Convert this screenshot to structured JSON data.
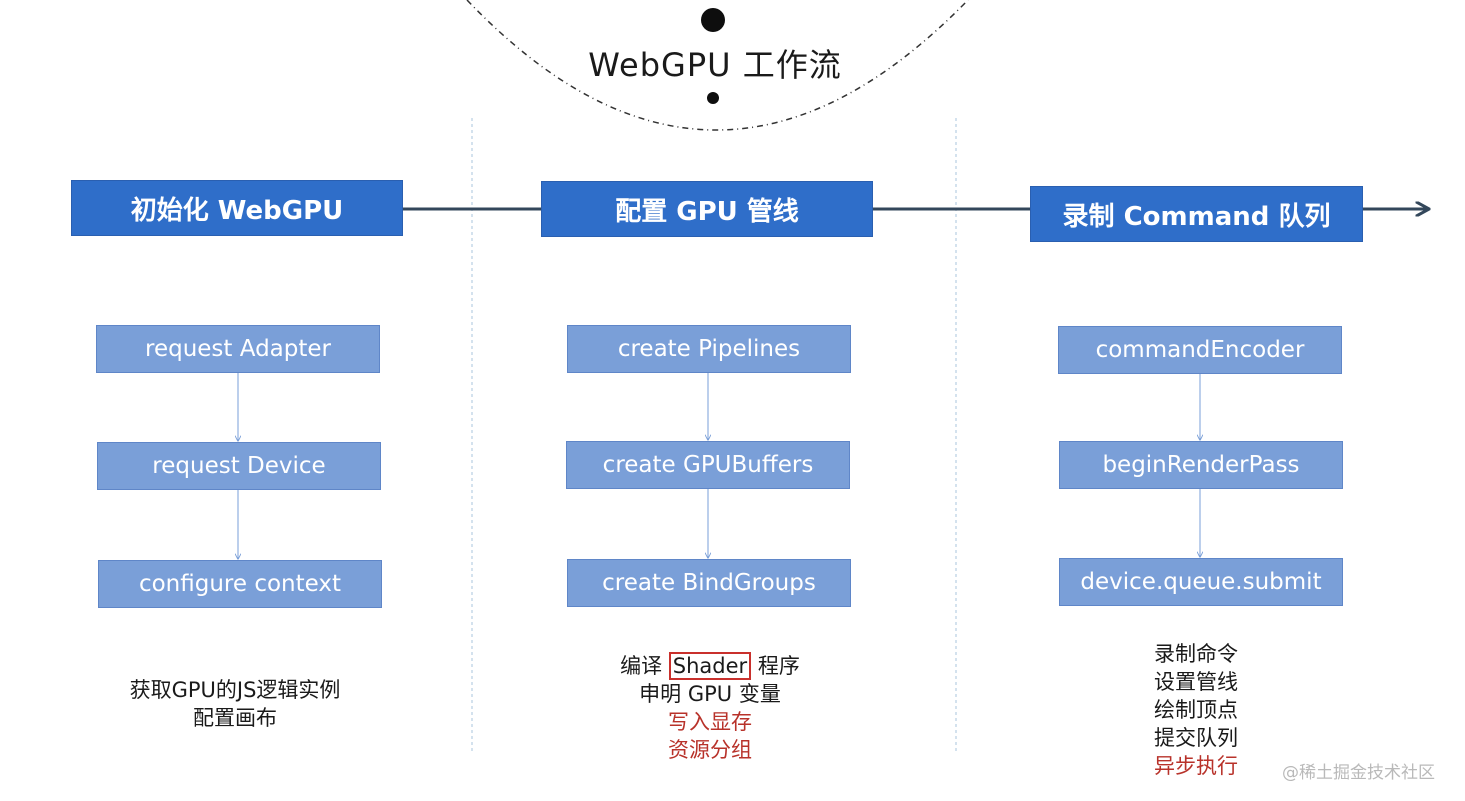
{
  "title": "WebGPU 工作流",
  "colors": {
    "stage": "#2f6ec9",
    "step": "#7a9fd8",
    "highlight": "#b8322a",
    "line": "#33475b"
  },
  "columns": [
    {
      "header": "初始化 WebGPU",
      "steps": [
        "request Adapter",
        "request Device",
        "configure context"
      ],
      "notes": [
        "获取GPU的JS逻辑实例",
        "配置画布"
      ]
    },
    {
      "header": "配置 GPU 管线",
      "steps": [
        "create Pipelines",
        "create GPUBuffers",
        "create BindGroups"
      ],
      "notes": {
        "line1_pre": "编译",
        "line1_highlight": "Shader",
        "line1_post": "程序",
        "line2": "申明 GPU 变量",
        "line3": "写入显存",
        "line4": "资源分组"
      }
    },
    {
      "header": "录制 Command 队列",
      "steps": [
        "commandEncoder",
        "beginRenderPass",
        "device.queue.submit"
      ],
      "notes": [
        "录制命令",
        "设置管线",
        "绘制顶点",
        "提交队列",
        "异步执行"
      ]
    }
  ],
  "watermark": "@稀土掘金技术社区"
}
